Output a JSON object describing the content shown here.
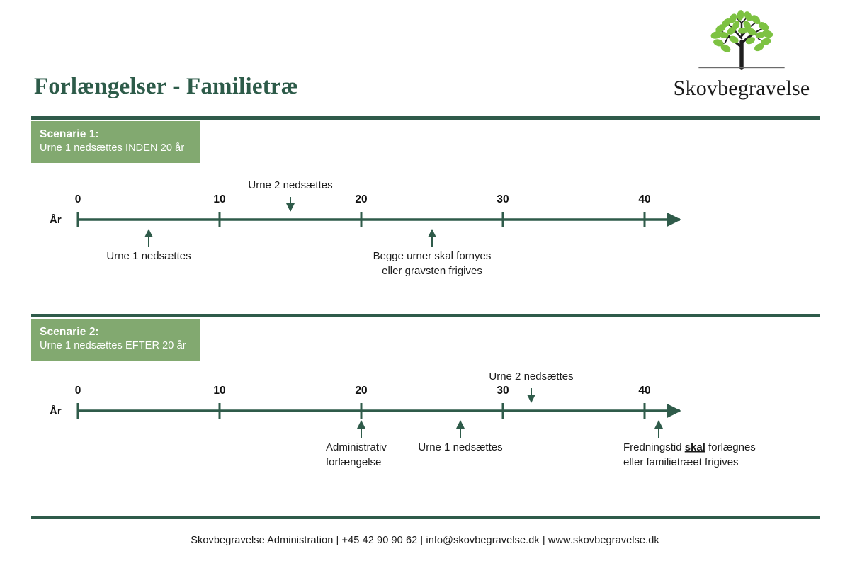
{
  "document": {
    "title": "Forlængelser - Familietræ"
  },
  "logo": {
    "wordmark": "Skovbegravelse",
    "leaf_color": "#7dc242",
    "trunk_color": "#1f1f1f",
    "ground_color": "#6b6b6b"
  },
  "theme": {
    "dark_green": "#2f5b4a",
    "sage_green": "#82a970",
    "title_green": "#2d5b49",
    "axis_green": "#2f5b4a",
    "text_black": "#1b1b1b"
  },
  "scenarios": [
    {
      "heading": "Scenarie 1:",
      "subheading": "Urne 1 nedsættes INDEN 20 år",
      "axis_label": "År",
      "ticks": [
        {
          "year": 0,
          "label": "0"
        },
        {
          "year": 10,
          "label": "10"
        },
        {
          "year": 20,
          "label": "20"
        },
        {
          "year": 30,
          "label": "30"
        },
        {
          "year": 40,
          "label": "40"
        }
      ],
      "annotations_above": [
        {
          "year": 15,
          "lines": [
            "Urne 2 nedsættes"
          ],
          "align": "middle"
        }
      ],
      "annotations_below": [
        {
          "year": 5,
          "lines": [
            "Urne 1 nedsættes"
          ],
          "align": "middle"
        },
        {
          "year": 25,
          "lines": [
            "Begge urner skal fornyes",
            "eller gravsten frigives"
          ],
          "align": "middle"
        }
      ]
    },
    {
      "heading": "Scenarie 2:",
      "subheading": "Urne 1 nedsættes EFTER 20 år",
      "axis_label": "År",
      "ticks": [
        {
          "year": 0,
          "label": "0"
        },
        {
          "year": 10,
          "label": "10"
        },
        {
          "year": 20,
          "label": "20"
        },
        {
          "year": 30,
          "label": "30"
        },
        {
          "year": 40,
          "label": "40"
        }
      ],
      "annotations_above": [
        {
          "year": 32,
          "lines": [
            "Urne 2 nedsættes"
          ],
          "align": "middle"
        }
      ],
      "annotations_below": [
        {
          "year": 20,
          "lines": [
            "Administrativ",
            "forlængelse"
          ],
          "align": "start"
        },
        {
          "year": 27,
          "lines": [
            "Urne 1 nedsættes"
          ],
          "align": "middle"
        },
        {
          "year": 41,
          "lines": [
            {
              "segments": [
                {
                  "text": "Fredningstid ",
                  "emphasis": false
                },
                {
                  "text": "skal",
                  "emphasis": true
                },
                {
                  "text": " forlægnes",
                  "emphasis": false
                }
              ]
            },
            {
              "segments": [
                {
                  "text": "eller familietræet frigives",
                  "emphasis": false
                }
              ]
            }
          ],
          "align": "start"
        }
      ]
    }
  ],
  "footer": {
    "text": "Skovbegravelse Administration | +45 42 90 90 62 | info@skovbegravelse.dk | www.skovbegravelse.dk"
  }
}
